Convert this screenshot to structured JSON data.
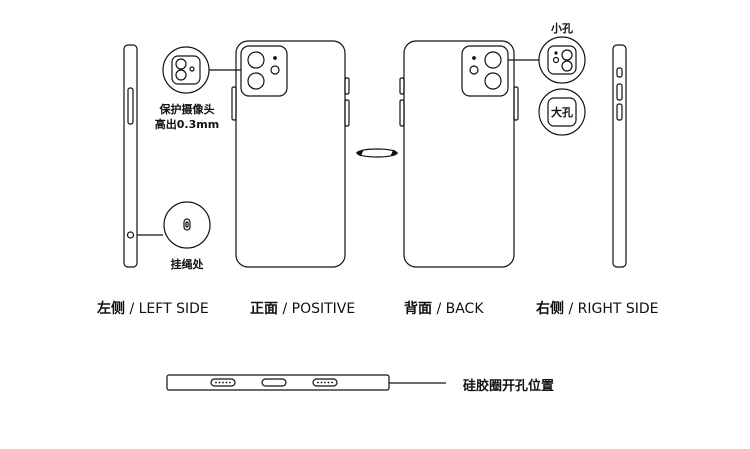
{
  "annotations": {
    "camera_protect_line1": "保护摄像头",
    "camera_protect_line2": "高出0.3mm",
    "lanyard": "挂绳处",
    "small_hole": "小孔",
    "big_hole": "大孔",
    "silicone_ring": "硅胶圈开孔位置"
  },
  "views": {
    "left": {
      "cn": "左侧",
      "sep": " / ",
      "en": "LEFT SIDE"
    },
    "front": {
      "cn": "正面",
      "sep": " / ",
      "en": "POSITIVE"
    },
    "back": {
      "cn": "背面",
      "sep": " / ",
      "en": "BACK"
    },
    "right": {
      "cn": "右侧",
      "sep": " / ",
      "en": "RIGHT SIDE"
    }
  },
  "colors": {
    "stroke": "#111111",
    "background": "#ffffff"
  }
}
